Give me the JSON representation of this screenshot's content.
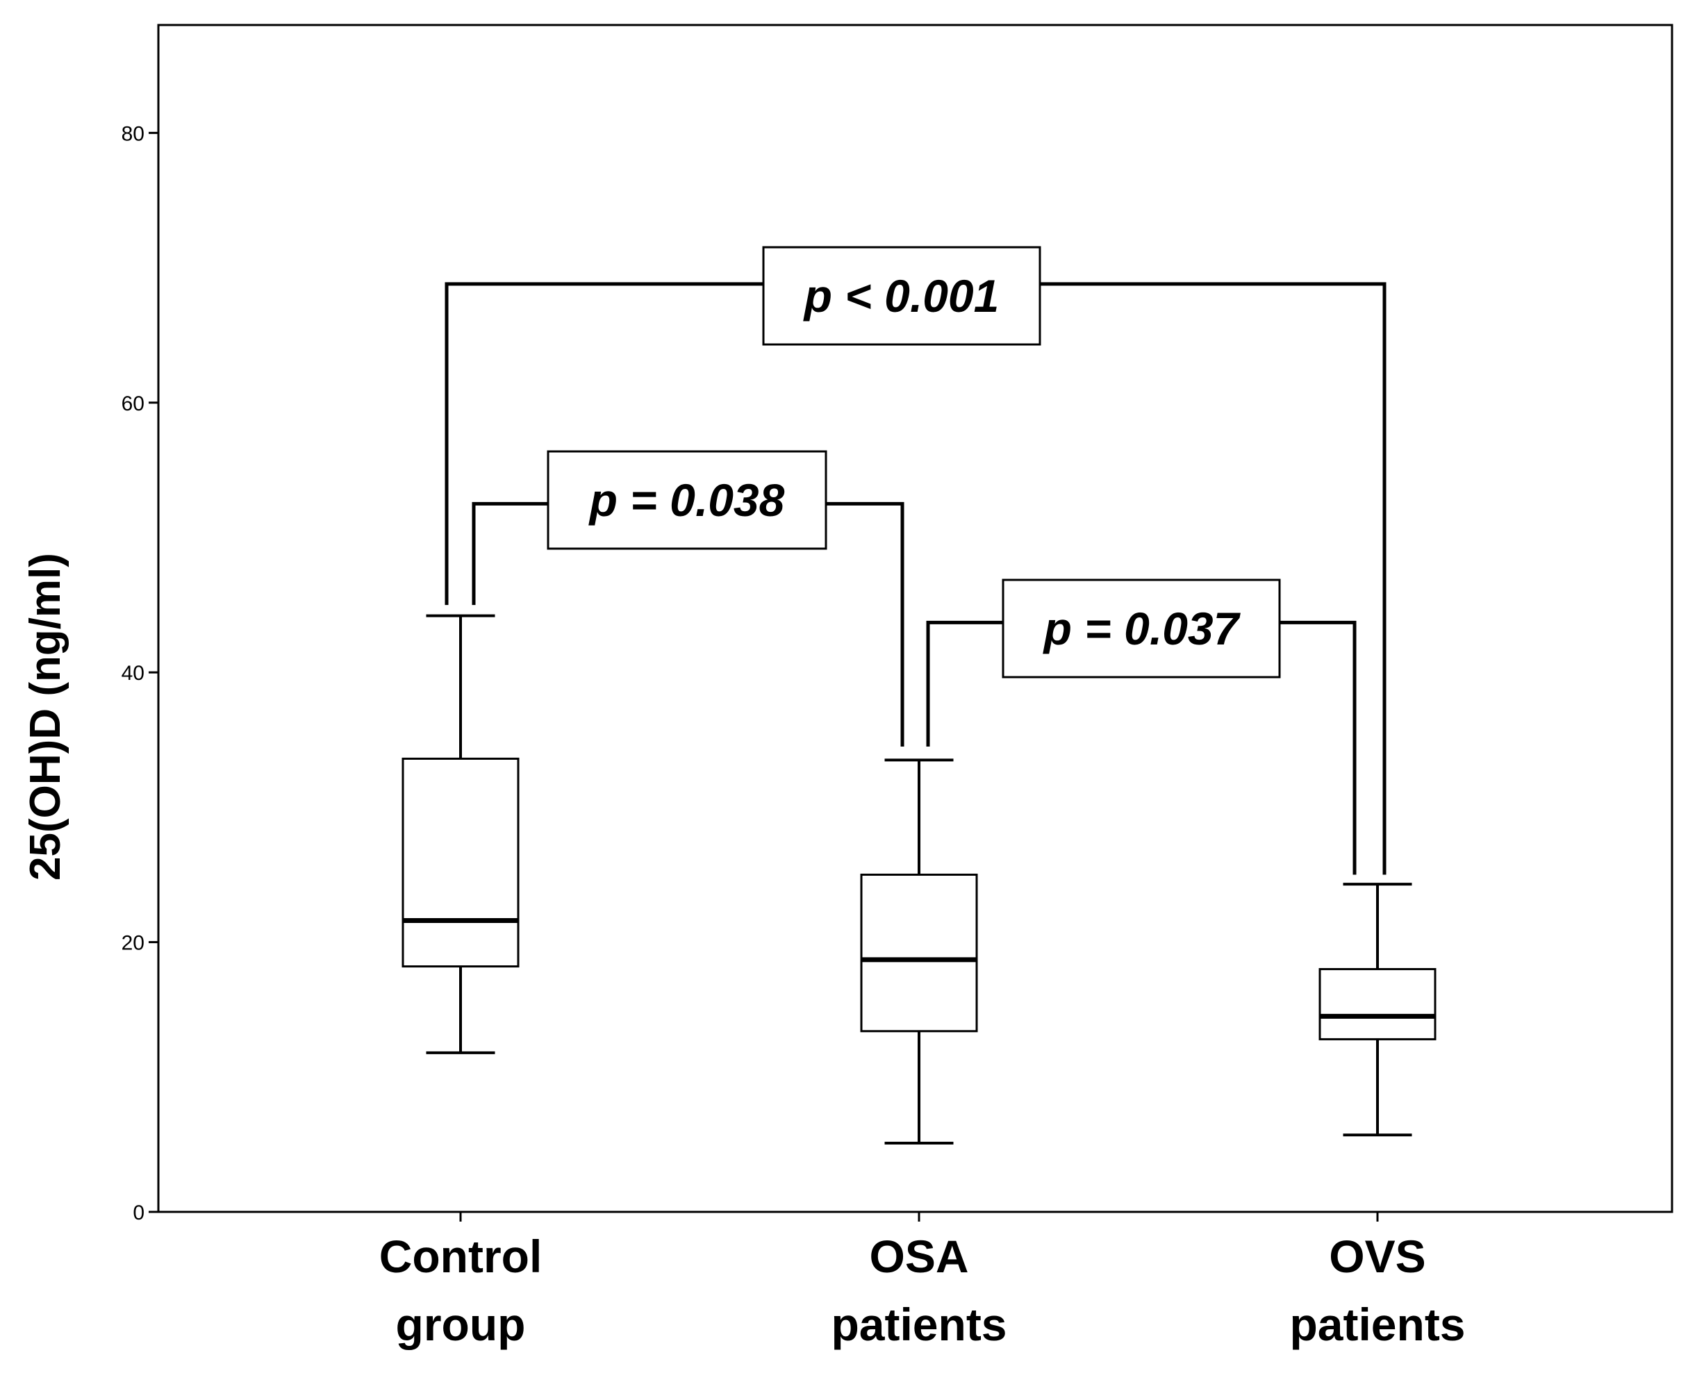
{
  "chart_data": {
    "type": "boxplot",
    "title": "",
    "xlabel": "",
    "ylabel": "25(OH)D (ng/ml)",
    "ylim": [
      0,
      88
    ],
    "yticks": [
      "0",
      "20",
      "40",
      "60",
      "80"
    ],
    "grid": false,
    "categories": [
      {
        "line1": "Control",
        "line2": "group"
      },
      {
        "line1": "OSA",
        "line2": "patients"
      },
      {
        "line1": "OVS",
        "line2": "patients"
      }
    ],
    "boxes": [
      {
        "min": 11.8,
        "q1": 18.2,
        "median": 21.6,
        "q3": 33.6,
        "max": 44.2
      },
      {
        "min": 5.1,
        "q1": 13.4,
        "median": 18.7,
        "q3": 25.0,
        "max": 33.5
      },
      {
        "min": 5.7,
        "q1": 12.8,
        "median": 14.5,
        "q3": 18.0,
        "max": 24.3
      }
    ],
    "comparisons": [
      {
        "label": "p < 0.001",
        "from": 0,
        "to": 2,
        "bracket_y": 68.8,
        "left_end": 45.0,
        "right_end": 25.0
      },
      {
        "label": "p = 0.038",
        "from": 0,
        "to": 1,
        "bracket_y": 52.5,
        "left_end": 45.0,
        "right_end": 34.5
      },
      {
        "label": "p = 0.037",
        "from": 1,
        "to": 2,
        "bracket_y": 43.7,
        "left_end": 34.5,
        "right_end": 25.0
      }
    ]
  }
}
